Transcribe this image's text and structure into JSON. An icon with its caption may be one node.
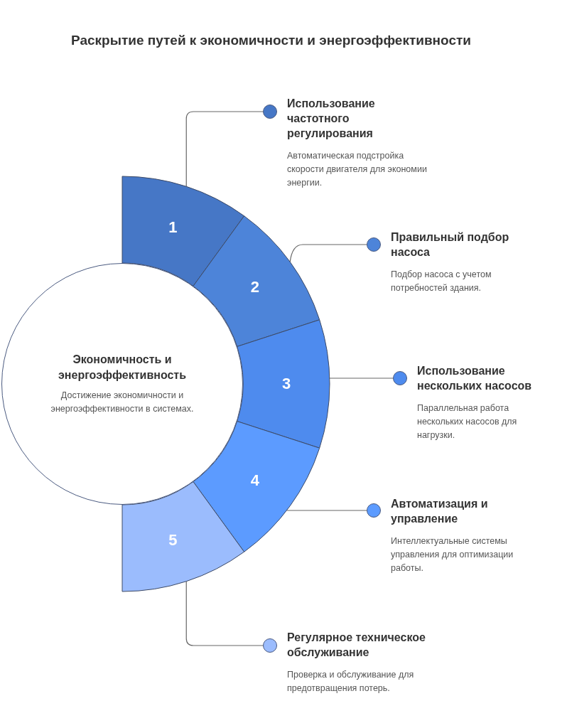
{
  "diagram": {
    "title": "Раскрытие путей к экономичности и энергоэффективности",
    "nodes": [
      {
        "text": [
          "Экономичность и энергоэффективность",
          "Достижение экономичности и энергоэффективности в системах."
        ]
      },
      {
        "text": [
          "1"
        ]
      },
      {
        "text": [
          "2"
        ]
      },
      {
        "text": [
          "3"
        ]
      },
      {
        "text": [
          "4"
        ]
      },
      {
        "text": [
          "5"
        ]
      },
      {
        "text": [],
        "shape": "circle"
      },
      {
        "text": [],
        "shape": "circle"
      },
      {
        "text": [],
        "shape": "circle"
      },
      {
        "text": [],
        "shape": "circle"
      },
      {
        "text": [],
        "shape": "circle"
      },
      {
        "text": [
          "Использование частотного регулирования",
          "Автоматическая подстройка скорости двигателя для экономии энергии."
        ]
      },
      {
        "text": [
          "Правильный подбор насоса",
          "Подбор насоса с учетом потребностей здания."
        ]
      },
      {
        "text": [
          "Использование нескольких насосов",
          "Параллельная работа нескольких насосов для нагрузки."
        ]
      },
      {
        "text": [
          "Автоматизация и управление",
          "Интеллектуальные системы управления для оптимизации работы."
        ]
      },
      {
        "text": [
          "Регулярное техническое обслуживание",
          "Проверка и обслуживание для предотвращения потерь."
        ]
      }
    ],
    "edges": [
      {
        "from": 1,
        "to": 6,
        "arrow": "none"
      },
      {
        "from": 2,
        "to": 7,
        "arrow": "none"
      },
      {
        "from": 3,
        "to": 8,
        "arrow": "none"
      },
      {
        "from": 4,
        "to": 9,
        "arrow": "none"
      },
      {
        "from": 5,
        "to": 10,
        "arrow": "none"
      }
    ]
  }
}
